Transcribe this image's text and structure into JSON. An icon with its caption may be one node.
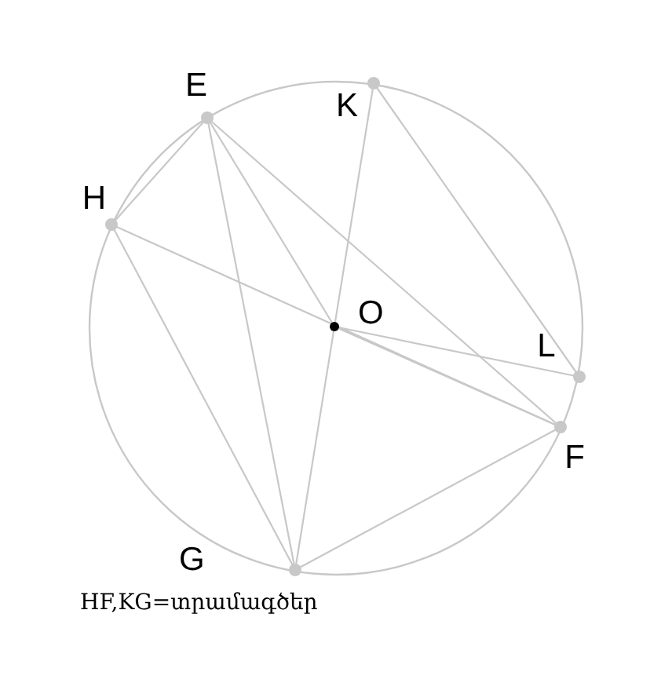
{
  "diagram": {
    "caption": "HF,KG=տրամագծեր",
    "nodes": [
      {
        "text": [
          "E"
        ]
      },
      {
        "text": [
          "K"
        ]
      },
      {
        "text": [
          "H"
        ]
      },
      {
        "text": [
          "O"
        ]
      },
      {
        "text": [
          "L"
        ]
      },
      {
        "text": [
          "F"
        ]
      },
      {
        "text": [
          "G"
        ]
      }
    ],
    "edges": [
      {
        "from": 0,
        "to": 2,
        "arrow": "none"
      },
      {
        "from": 2,
        "to": 5,
        "arrow": "none"
      },
      {
        "from": 2,
        "to": 6,
        "arrow": "none"
      },
      {
        "from": 0,
        "to": 6,
        "arrow": "none"
      },
      {
        "from": 0,
        "to": 3,
        "arrow": "none"
      },
      {
        "from": 0,
        "to": 5,
        "arrow": "none"
      },
      {
        "from": 1,
        "to": 6,
        "arrow": "none"
      },
      {
        "from": 1,
        "to": 4,
        "arrow": "none"
      },
      {
        "from": 3,
        "to": 4,
        "arrow": "none"
      },
      {
        "from": 3,
        "to": 5,
        "arrow": "none"
      },
      {
        "from": 6,
        "to": 5,
        "arrow": "none"
      }
    ]
  }
}
